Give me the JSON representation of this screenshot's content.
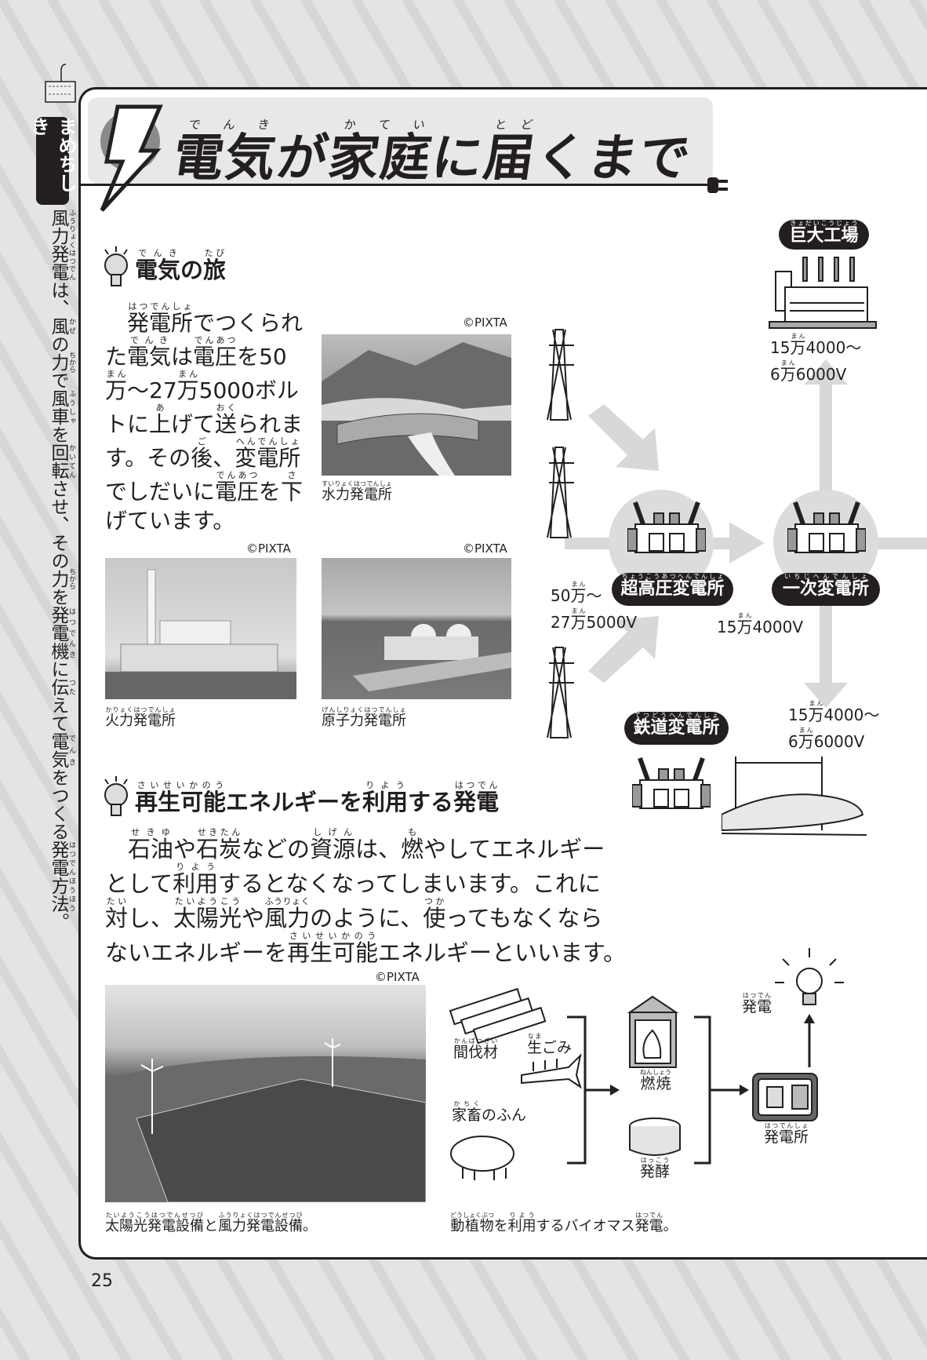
{
  "header": {
    "tab_label": "まめちしき",
    "title": [
      [
        "電気",
        "でんき"
      ],
      [
        "が"
      ],
      [
        "家庭",
        "かてい"
      ],
      [
        "に"
      ],
      [
        "届",
        "とど"
      ],
      [
        "くまで"
      ]
    ]
  },
  "sidebar": {
    "text": [
      [
        "風力発電",
        "ふうりょくはつでん"
      ],
      [
        "は、"
      ],
      [
        "風",
        "かぜ"
      ],
      [
        "の"
      ],
      [
        "力",
        "ちから"
      ],
      [
        "で"
      ],
      [
        "風車",
        "ふうしゃ"
      ],
      [
        "を"
      ],
      [
        "回転",
        "かいてん"
      ],
      [
        "させ、その"
      ],
      [
        "力",
        "ちから"
      ],
      [
        "を"
      ],
      [
        "発電機",
        "はつでんき"
      ],
      [
        "に"
      ],
      [
        "伝",
        "つた"
      ],
      [
        "えて"
      ],
      [
        "電気",
        "でんき"
      ],
      [
        "をつくる"
      ],
      [
        "発電方法",
        "はつでんほうほう"
      ],
      [
        "。"
      ]
    ]
  },
  "section1": {
    "heading": [
      [
        "電気",
        "でんき"
      ],
      [
        "の"
      ],
      [
        "旅",
        "たび"
      ]
    ],
    "lines": [
      [
        [
          "発電所",
          "はつでんしょ"
        ],
        [
          "でつくられ"
        ]
      ],
      [
        [
          "た"
        ],
        [
          "電気",
          "でんき"
        ],
        [
          "は"
        ],
        [
          "電圧",
          "でんあつ"
        ],
        [
          "を50"
        ]
      ],
      [
        [
          "万",
          "まん"
        ],
        [
          "～27"
        ],
        [
          "万",
          "まん"
        ],
        [
          "5000ボル"
        ]
      ],
      [
        [
          "トに"
        ],
        [
          "上",
          "あ"
        ],
        [
          "げて"
        ],
        [
          "送",
          "おく"
        ],
        [
          "られま"
        ]
      ],
      [
        [
          "す。その"
        ],
        [
          "後",
          "ご"
        ],
        [
          "、"
        ],
        [
          "変電所",
          "へんでんしょ"
        ]
      ],
      [
        [
          "でしだいに"
        ],
        [
          "電圧",
          "でんあつ"
        ],
        [
          "を"
        ],
        [
          "下",
          "さ"
        ]
      ],
      [
        [
          "げています。"
        ]
      ]
    ],
    "photos": {
      "hydro": {
        "credit": "©PIXTA",
        "caption": [
          [
            "水力発電所",
            "すいりょくはつでんしょ"
          ]
        ]
      },
      "thermal": {
        "credit": "©PIXTA",
        "caption": [
          [
            "火力発電所",
            "かりょくはつでんしょ"
          ]
        ]
      },
      "nuclear": {
        "credit": "©PIXTA",
        "caption": [
          [
            "原子力発電所",
            "げんしりょくはつでんしょ"
          ]
        ]
      }
    }
  },
  "diagram": {
    "factory_label": [
      [
        "巨大工場",
        "きょだいこうじょう"
      ]
    ],
    "factory_voltage": [
      [
        [
          "15"
        ],
        [
          "万",
          "まん"
        ],
        [
          "4000～"
        ]
      ],
      [
        [
          "6"
        ],
        [
          "万",
          "まん"
        ],
        [
          "6000V"
        ]
      ]
    ],
    "ultra_label": [
      [
        "超高圧変電所",
        "ちょうこうあつへんでんしょ"
      ]
    ],
    "ultra_voltage": [
      [
        [
          "50"
        ],
        [
          "万",
          "まん"
        ],
        [
          "～"
        ]
      ],
      [
        [
          "27"
        ],
        [
          "万",
          "まん"
        ],
        [
          "5000V"
        ]
      ]
    ],
    "primary_label": [
      [
        "一次変電所",
        "いちじへんでんしょ"
      ]
    ],
    "primary_voltage": [
      [
        [
          "15"
        ],
        [
          "万",
          "まん"
        ],
        [
          "4000V"
        ]
      ]
    ],
    "railway_label": [
      [
        "鉄道変電所",
        "てつどうへんでんしょ"
      ]
    ],
    "railway_voltage": [
      [
        [
          "15"
        ],
        [
          "万",
          "まん"
        ],
        [
          "4000～"
        ]
      ],
      [
        [
          "6"
        ],
        [
          "万",
          "まん"
        ],
        [
          "6000V"
        ]
      ]
    ]
  },
  "section2": {
    "heading": [
      [
        "再生可能",
        "さいせいかのう"
      ],
      [
        "エネルギーを"
      ],
      [
        "利用",
        "りよう"
      ],
      [
        "する"
      ],
      [
        "発電",
        "はつでん"
      ]
    ],
    "lines": [
      [
        [
          "石油",
          "せきゆ"
        ],
        [
          "や"
        ],
        [
          "石炭",
          "せきたん"
        ],
        [
          "などの"
        ],
        [
          "資源",
          "しげん"
        ],
        [
          "は、"
        ],
        [
          "燃",
          "も"
        ],
        [
          "やしてエネルギー"
        ]
      ],
      [
        [
          "として"
        ],
        [
          "利用",
          "りよう"
        ],
        [
          "するとなくなってしまいます。これに"
        ]
      ],
      [
        [
          "対",
          "たい"
        ],
        [
          "し、"
        ],
        [
          "太陽光",
          "たいようこう"
        ],
        [
          "や"
        ],
        [
          "風力",
          "ふうりょく"
        ],
        [
          "のように、"
        ],
        [
          "使",
          "つか"
        ],
        [
          "ってもなくなら"
        ]
      ],
      [
        [
          "ないエネルギーを"
        ],
        [
          "再生可能",
          "さいせいかのう"
        ],
        [
          "エネルギーといいます。"
        ]
      ]
    ],
    "photo": {
      "credit": "©PIXTA",
      "caption": [
        [
          "太陽光発電設備",
          "たいようこうはつでんせつび"
        ],
        [
          "と"
        ],
        [
          "風力発電設備",
          "ふうりょくはつでんせつび"
        ],
        [
          "。"
        ]
      ]
    },
    "biomass": {
      "thinned_wood": [
        [
          "間伐材",
          "かんばつざい"
        ]
      ],
      "food_waste": [
        [
          "生",
          "なま"
        ],
        [
          "ごみ"
        ]
      ],
      "manure": [
        [
          "家畜",
          "かちく"
        ],
        [
          "のふん"
        ]
      ],
      "combustion": [
        [
          "燃焼",
          "ねんしょう"
        ]
      ],
      "fermentation": [
        [
          "発酵",
          "はっこう"
        ]
      ],
      "power_plant": [
        [
          "発電所",
          "はつでんしょ"
        ]
      ],
      "generation": [
        [
          "発電",
          "はつでん"
        ]
      ],
      "caption": [
        [
          "動植物",
          "どうしょくぶつ"
        ],
        [
          "を"
        ],
        [
          "利用",
          "りよう"
        ],
        [
          "するバイオマス"
        ],
        [
          "発電",
          "はつでん"
        ],
        [
          "。"
        ]
      ]
    }
  },
  "footer": {
    "page_number": "25"
  }
}
